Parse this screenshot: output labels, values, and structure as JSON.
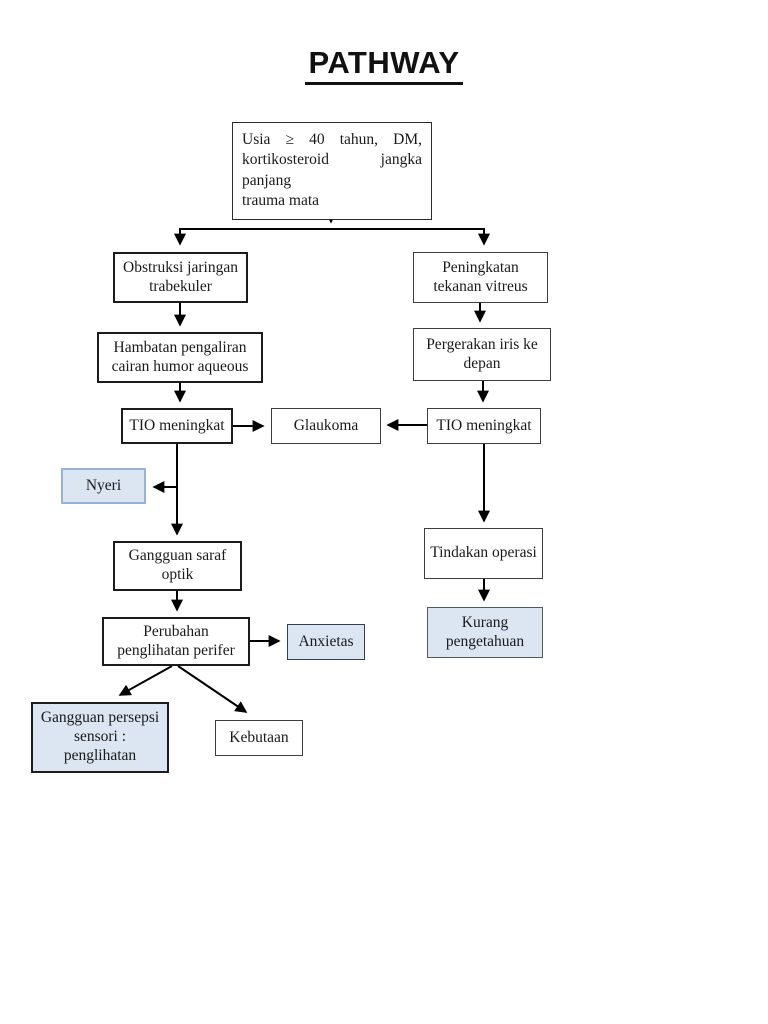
{
  "title": "PATHWAY",
  "colors": {
    "page_background": "#ffffff",
    "node_fill": "#ffffff",
    "highlight_fill": "#dbe6f2",
    "highlight_border": "#95b3d7",
    "line_color": "#000000"
  },
  "nodes": {
    "risk_factors": {
      "lines": [
        "Usia ≥ 40 tahun, DM,",
        "kortikosteroid jangka panjang",
        "trauma mata"
      ]
    },
    "obstruksi_jaringan": {
      "label": "Obstruksi jaringan trabekuler"
    },
    "hambatan_pengaliran": {
      "label": "Hambatan pengaliran cairan humor aqueous"
    },
    "tio_meningkat_kiri": {
      "label": "TIO meningkat"
    },
    "glaukoma": {
      "label": "Glaukoma"
    },
    "peningkatan_tekanan": {
      "label": "Peningkatan tekanan vitreus"
    },
    "pergerakan_iris": {
      "label": "Pergerakan iris ke depan"
    },
    "tio_meningkat_kanan": {
      "label": "TIO meningkat"
    },
    "nyeri": {
      "label": "Nyeri"
    },
    "gangguan_saraf": {
      "label": "Gangguan saraf optik"
    },
    "perubahan_penglihatan": {
      "label": "Perubahan penglihatan perifer"
    },
    "anxietas": {
      "label": "Anxietas"
    },
    "tindakan_operasi": {
      "label": "Tindakan operasi"
    },
    "kurang_pengetahuan": {
      "label": "Kurang pengetahuan"
    },
    "gangguan_persepsi": {
      "label": "Gangguan persepsi sensori : penglihatan"
    },
    "kebutaan": {
      "label": "Kebutaan"
    }
  }
}
